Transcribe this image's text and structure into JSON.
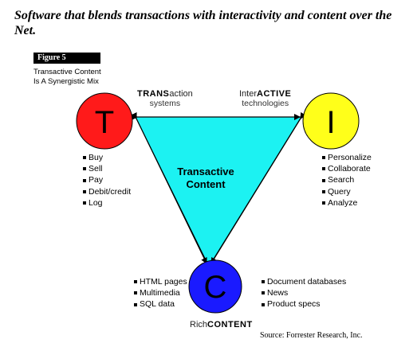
{
  "title": "Software that blends transactions with interactivity and content over the Net.",
  "figure": {
    "badge": "Figure 5",
    "caption": "Transactive Content Is A Synergistic Mix"
  },
  "center_label": "Transactive Content",
  "nodes": {
    "t": {
      "letter": "T",
      "label_bold": "TRANS",
      "label_rest": "action",
      "sublabel": "systems",
      "color": "#ff1a1a",
      "items": [
        "Buy",
        "Sell",
        "Pay",
        "Debit/credit",
        "Log"
      ]
    },
    "i": {
      "letter": "I",
      "label_rest": "Inter",
      "label_bold": "ACTIVE",
      "sublabel": "technologies",
      "color": "#ffff1a",
      "items": [
        "Personalize",
        "Collaborate",
        "Search",
        "Query",
        "Analyze"
      ]
    },
    "c": {
      "letter": "C",
      "label_rest": "Rich",
      "label_bold": "CONTENT",
      "color": "#1a1aff",
      "items_left": [
        "HTML pages",
        "Multimedia",
        "SQL data"
      ],
      "items_right": [
        "Document databases",
        "News",
        "Product specs"
      ]
    }
  },
  "triangle_color": "#1cf2f2",
  "source": "Source:  Forrester Research, Inc."
}
